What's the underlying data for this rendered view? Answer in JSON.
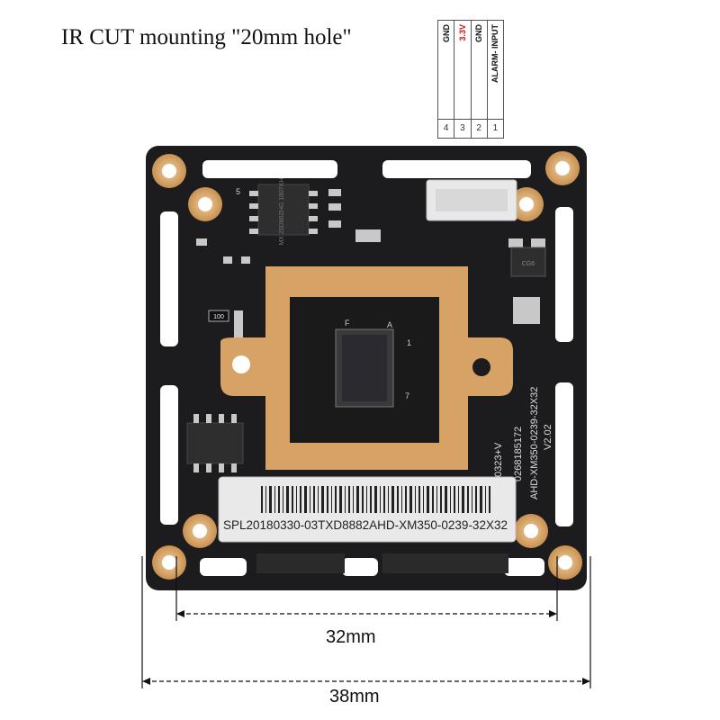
{
  "caption": "IR CUT mounting \"20mm hole\"",
  "pins": [
    {
      "label": "GND",
      "number": "4",
      "color": "#111111"
    },
    {
      "label": "3.3V",
      "number": "3",
      "color": "#d01010"
    },
    {
      "label": "GND",
      "number": "2",
      "color": "#111111"
    },
    {
      "label": "ALARM- INPUT",
      "number": "1",
      "color": "#111111"
    }
  ],
  "board": {
    "chip_top_text": "MX 25D80ZHG 1807KH",
    "resistor_text": "100",
    "marker_5": "5",
    "marker_1": "1",
    "marker_7": "7",
    "marker_F": "F",
    "marker_A": "A",
    "part_text_1": "0268185172",
    "part_text_2": "AHD-XM350-0239-32X32",
    "part_text_3": "V2.02",
    "part_text_4": "0323+V",
    "label_text": "SPL20180330-03TXD8882AHD-XM350-0239-32X32",
    "chip_cg": "CG6"
  },
  "dimensions": {
    "inner": "32mm",
    "outer": "38mm"
  }
}
